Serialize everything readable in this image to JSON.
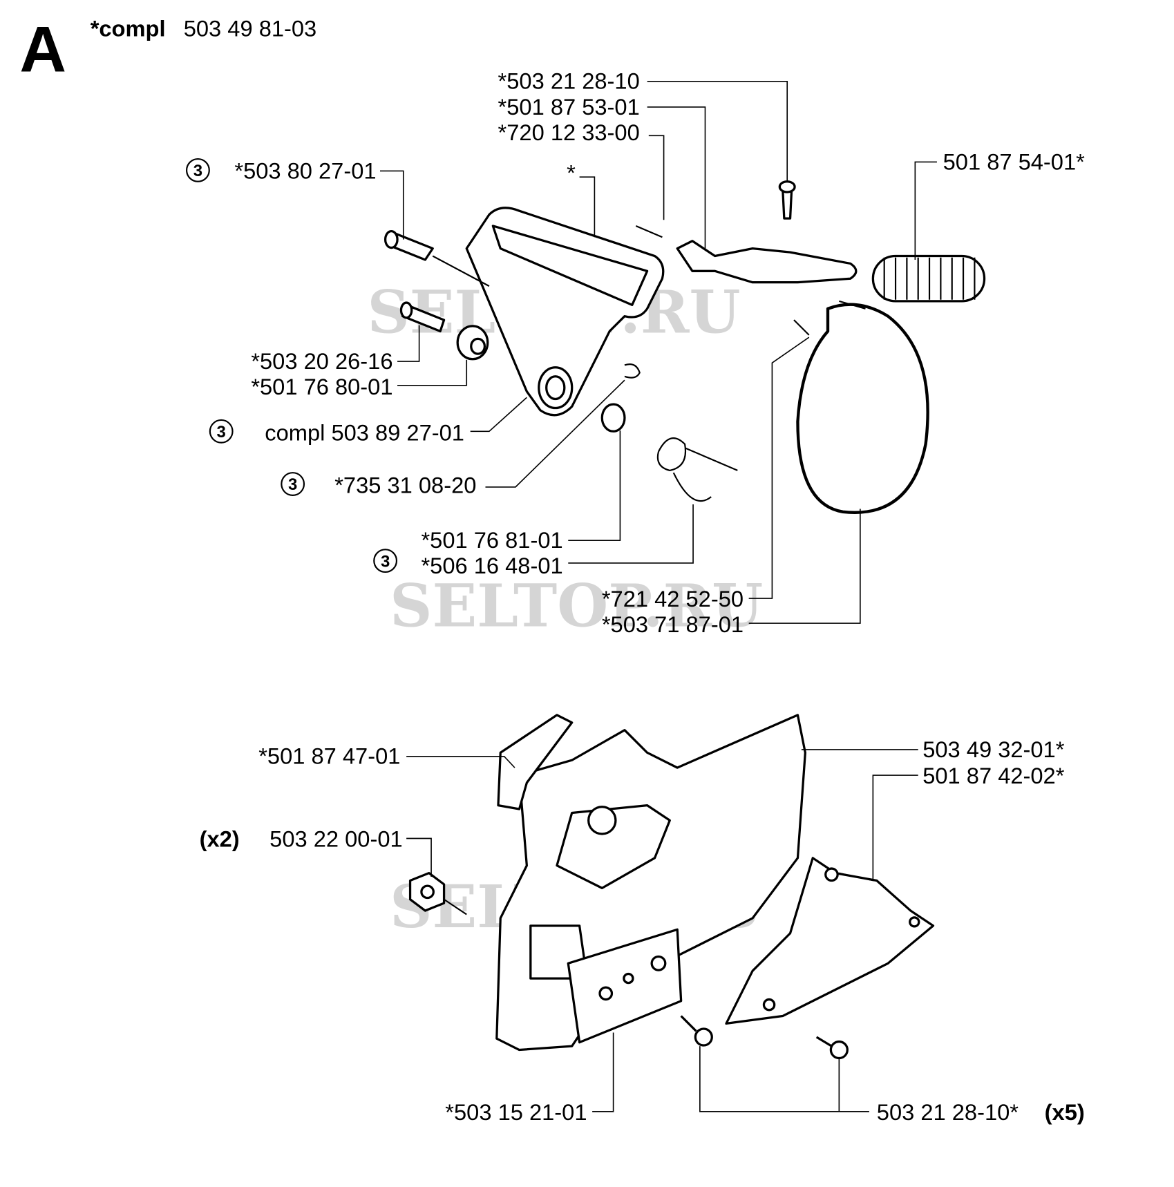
{
  "section_letter": "A",
  "header": {
    "prefix": "*compl",
    "part_no": "503 49 81-03"
  },
  "watermark": "SELTOP.RU",
  "callout_circle": "3",
  "labels": {
    "l1": "*503 21 28-10",
    "l2": "*501 87 53-01",
    "l3": "*720 12 33-00",
    "l4": "501 87 54-01*",
    "l5": "*503 80 27-01",
    "l6": "*",
    "l7": "*503 20 26-16",
    "l8": "*501 76 80-01",
    "l9": "compl 503 89 27-01",
    "l10": "*735 31 08-20",
    "l11": "*501 76 81-01",
    "l12": "*506 16 48-01",
    "l13": "*721 42 52-50",
    "l14": "*503 71 87-01",
    "l15": "*501 87 47-01",
    "l16_qty": "(x2)",
    "l16": "503 22 00-01",
    "l17": "503 49 32-01*",
    "l18": "501 87 42-02*",
    "l19": "*503 15 21-01",
    "l20": "503 21 28-10*",
    "l20_qty": "(x5)"
  }
}
